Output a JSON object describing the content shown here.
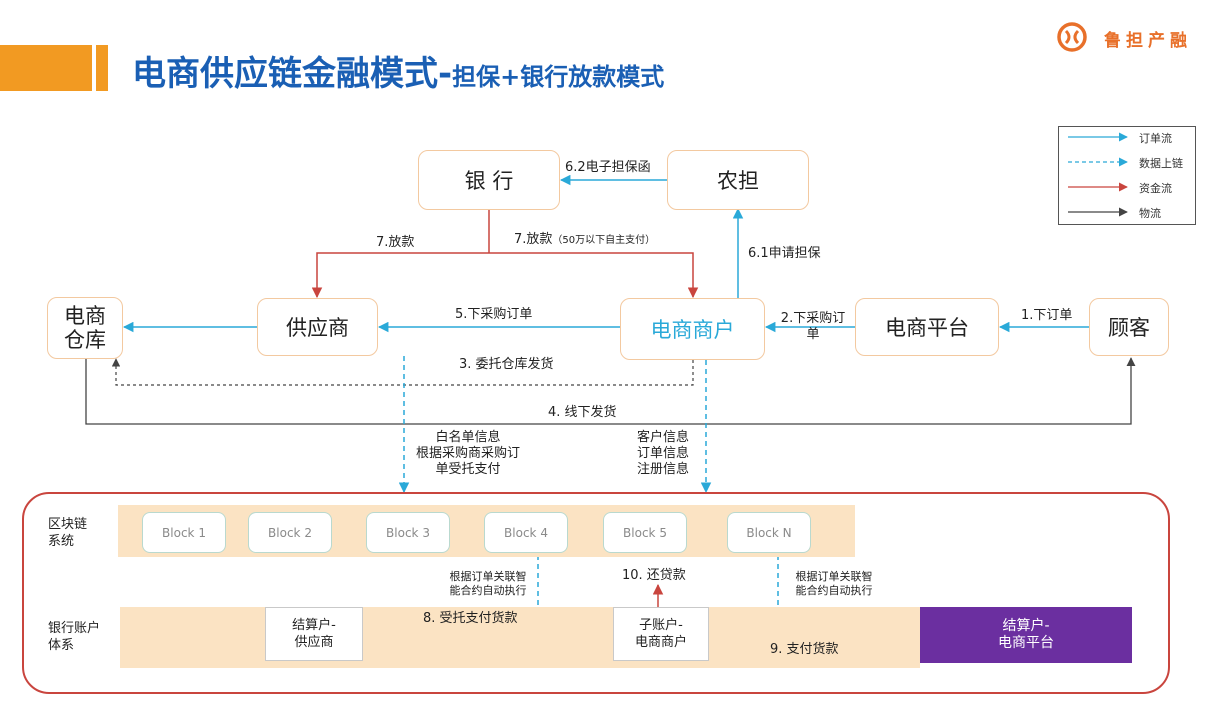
{
  "header": {
    "title": "电商供应链金融模式-",
    "title_sub": "担保+银行放款模式",
    "brand": "鲁担产融"
  },
  "legend": [
    {
      "label": "订单流",
      "color": "#2aa9d8",
      "style": "solid"
    },
    {
      "label": "数据上链",
      "color": "#2aa9d8",
      "style": "dashed"
    },
    {
      "label": "资金流",
      "color": "#c9453e",
      "style": "solid"
    },
    {
      "label": "物流",
      "color": "#444444",
      "style": "solid"
    }
  ],
  "nodes": {
    "bank": "银 行",
    "guarantor": "农担",
    "warehouse": "电商\n仓库",
    "supplier": "供应商",
    "merchant": "电商商户",
    "platform": "电商平台",
    "customer": "顾客"
  },
  "edges": {
    "e1": "1.下订单",
    "e2": "2.下采购订\n单",
    "e3": "3. 委托仓库发货",
    "e4": "4. 线下发货",
    "e5": "5.下采购订单",
    "e61": "6.1申请担保",
    "e62": "6.2电子担保函",
    "e7a": "7.放款",
    "e7b": "7.放款",
    "e7b_note": "（50万以下自主支付）",
    "e8": "8. 受托支付货款",
    "e9": "9. 支付货款",
    "e10": "10. 还贷款"
  },
  "chain_notes": {
    "supplier": "白名单信息\n根据采购商采购订\n单受托支付",
    "merchant": "客户信息\n订单信息\n注册信息",
    "contract_left": "根据订单关联智\n能合约自动执行",
    "contract_right": "根据订单关联智\n能合约自动执行"
  },
  "blockchain": {
    "label": "区块链\n系统",
    "blocks": [
      "Block 1",
      "Block 2",
      "Block 3",
      "Block 4",
      "Block 5",
      "Block N"
    ]
  },
  "accounts": {
    "label": "银行账户\n体系",
    "supplier_settle": "结算户-\n供应商",
    "merchant_sub": "子账户-\n电商商户",
    "platform_settle": "结算户-\n电商平台"
  },
  "colors": {
    "order": "#2aa9d8",
    "fund": "#c9453e",
    "logistics": "#444444",
    "title": "#1a5fb4",
    "accent": "#f29a22",
    "purple": "#6b2fa0",
    "frame": "#c9453e"
  }
}
